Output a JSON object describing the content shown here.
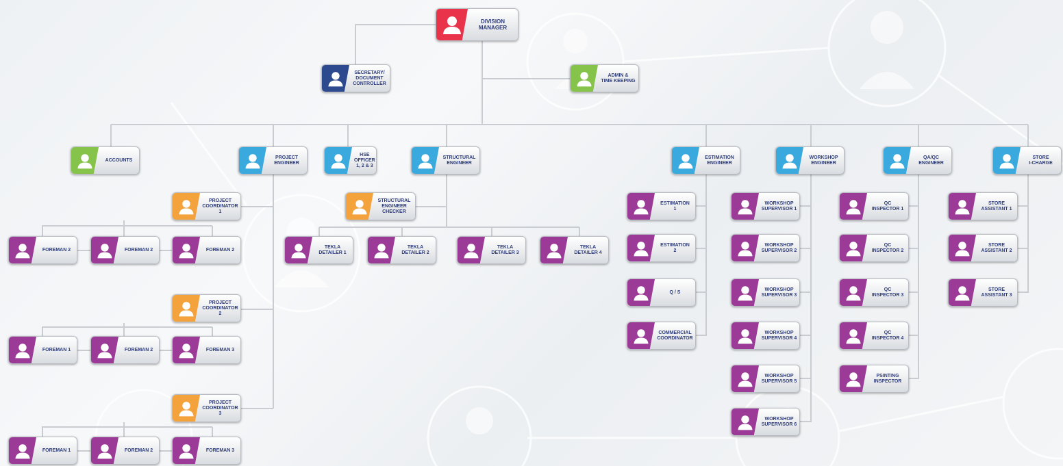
{
  "colors": {
    "red": "#e8334a",
    "navy": "#2e4a8f",
    "green": "#86c34a",
    "blue": "#3aa9de",
    "orange": "#f4a23b",
    "purple": "#9b3a97",
    "line": "#c9ccd0",
    "label": "#2e3d7a"
  },
  "nodes": [
    {
      "id": "division-manager",
      "label": "DIVISION\nMANAGER",
      "color": "red"
    },
    {
      "id": "secretary",
      "label": "SECRETARY/\nDOCUMENT\nCONTROLLER",
      "color": "navy"
    },
    {
      "id": "admin",
      "label": "ADMIN &\nTIME KEEPING",
      "color": "green"
    },
    {
      "id": "accounts",
      "label": "ACCOUNTS",
      "color": "green"
    },
    {
      "id": "project-engineer",
      "label": "PROJECT\nENGINEER",
      "color": "blue"
    },
    {
      "id": "hse-officer",
      "label": "HSE OFFICER\n1, 2 & 3",
      "color": "blue"
    },
    {
      "id": "structural-engineer",
      "label": "STRUCTURAL\nENGINEER",
      "color": "blue"
    },
    {
      "id": "estimation-engineer",
      "label": "ESTIMATION\nENGINEER",
      "color": "blue"
    },
    {
      "id": "workshop-engineer",
      "label": "WORKSHOP\nENGINEER",
      "color": "blue"
    },
    {
      "id": "qaqc-engineer",
      "label": "QA/QC\nENGINEER",
      "color": "blue"
    },
    {
      "id": "store-incharge",
      "label": "STORE\nI-CHARGE",
      "color": "blue"
    },
    {
      "id": "project-coordinator-1",
      "label": "PROJECT\nCOORDINATOR\n1",
      "color": "orange"
    },
    {
      "id": "project-coordinator-2",
      "label": "PROJECT\nCOORDINATOR\n2",
      "color": "orange"
    },
    {
      "id": "project-coordinator-3",
      "label": "PROJECT\nCOORDINATOR\n3",
      "color": "orange"
    },
    {
      "id": "pc1-foreman-a",
      "label": "FOREMAN 2",
      "color": "purple"
    },
    {
      "id": "pc1-foreman-b",
      "label": "FOREMAN 2",
      "color": "purple"
    },
    {
      "id": "pc1-foreman-c",
      "label": "FOREMAN 2",
      "color": "purple"
    },
    {
      "id": "pc2-foreman-a",
      "label": "FOREMAN 1",
      "color": "purple"
    },
    {
      "id": "pc2-foreman-b",
      "label": "FOREMAN 2",
      "color": "purple"
    },
    {
      "id": "pc2-foreman-c",
      "label": "FOREMAN 3",
      "color": "purple"
    },
    {
      "id": "pc3-foreman-a",
      "label": "FOREMAN 1",
      "color": "purple"
    },
    {
      "id": "pc3-foreman-b",
      "label": "FOREMAN 2",
      "color": "purple"
    },
    {
      "id": "pc3-foreman-c",
      "label": "FOREMAN 3",
      "color": "purple"
    },
    {
      "id": "structural-checker",
      "label": "STRUCTURAL\nENGINEER\nCHECKER",
      "color": "orange"
    },
    {
      "id": "tekla-1",
      "label": "TEKLA\nDETAILER 1",
      "color": "purple"
    },
    {
      "id": "tekla-2",
      "label": "TEKLA\nDETAILER 2",
      "color": "purple"
    },
    {
      "id": "tekla-3",
      "label": "TEKLA\nDETAILER 3",
      "color": "purple"
    },
    {
      "id": "tekla-4",
      "label": "TEKLA\nDETAILER 4",
      "color": "purple"
    },
    {
      "id": "estimation-1",
      "label": "ESTIMATION\n1",
      "color": "purple"
    },
    {
      "id": "estimation-2",
      "label": "ESTIMATION\n2",
      "color": "purple"
    },
    {
      "id": "qs",
      "label": "Q / S",
      "color": "purple"
    },
    {
      "id": "commercial-coordinator",
      "label": "COMMERCIAL\nCOORDINATOR",
      "color": "purple"
    },
    {
      "id": "ws-supervisor-1",
      "label": "WORKSHOP\nSUPERVISOR 1",
      "color": "purple"
    },
    {
      "id": "ws-supervisor-2",
      "label": "WORKSHOP\nSUPERVISOR 2",
      "color": "purple"
    },
    {
      "id": "ws-supervisor-3",
      "label": "WORKSHOP\nSUPERVISOR 3",
      "color": "purple"
    },
    {
      "id": "ws-supervisor-4",
      "label": "WORKSHOP\nSUPERVISOR 4",
      "color": "purple"
    },
    {
      "id": "ws-supervisor-5",
      "label": "WORKSHOP\nSUPERVISOR 5",
      "color": "purple"
    },
    {
      "id": "ws-supervisor-6",
      "label": "WORKSHOP\nSUPERVISOR 6",
      "color": "purple"
    },
    {
      "id": "qc-inspector-1",
      "label": "QC\nINSPECTOR 1",
      "color": "purple"
    },
    {
      "id": "qc-inspector-2",
      "label": "QC\nINSPECTOR 2",
      "color": "purple"
    },
    {
      "id": "qc-inspector-3",
      "label": "QC\nINSPECTOR 3",
      "color": "purple"
    },
    {
      "id": "qc-inspector-4",
      "label": "QC\nINSPECTOR 4",
      "color": "purple"
    },
    {
      "id": "painting-inspector",
      "label": "PSINTING\nINSPECTOR",
      "color": "purple"
    },
    {
      "id": "store-assistant-1",
      "label": "STORE\nASSISTANT 1",
      "color": "purple"
    },
    {
      "id": "store-assistant-2",
      "label": "STORE\nASSISTANT 2",
      "color": "purple"
    },
    {
      "id": "store-assistant-3",
      "label": "STORE\nASSISTANT 3",
      "color": "purple"
    }
  ]
}
